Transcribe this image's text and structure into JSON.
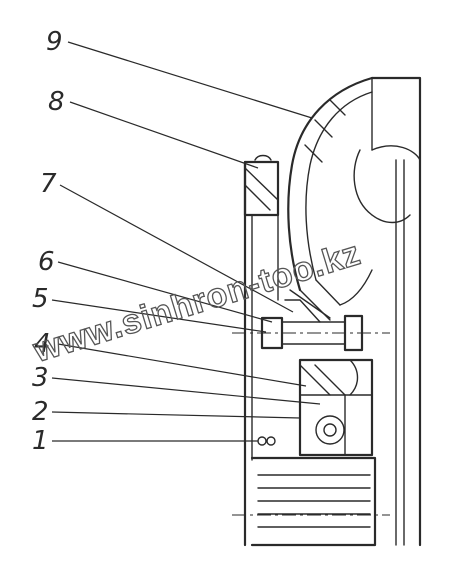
{
  "callouts": [
    {
      "id": "9",
      "label": "9"
    },
    {
      "id": "8",
      "label": "8"
    },
    {
      "id": "7",
      "label": "7"
    },
    {
      "id": "6",
      "label": "6"
    },
    {
      "id": "5",
      "label": "5"
    },
    {
      "id": "4",
      "label": "4"
    },
    {
      "id": "3",
      "label": "3"
    },
    {
      "id": "2",
      "label": "2"
    },
    {
      "id": "1",
      "label": "1"
    }
  ],
  "watermark": {
    "text": "www.sinhron-too.kz"
  }
}
